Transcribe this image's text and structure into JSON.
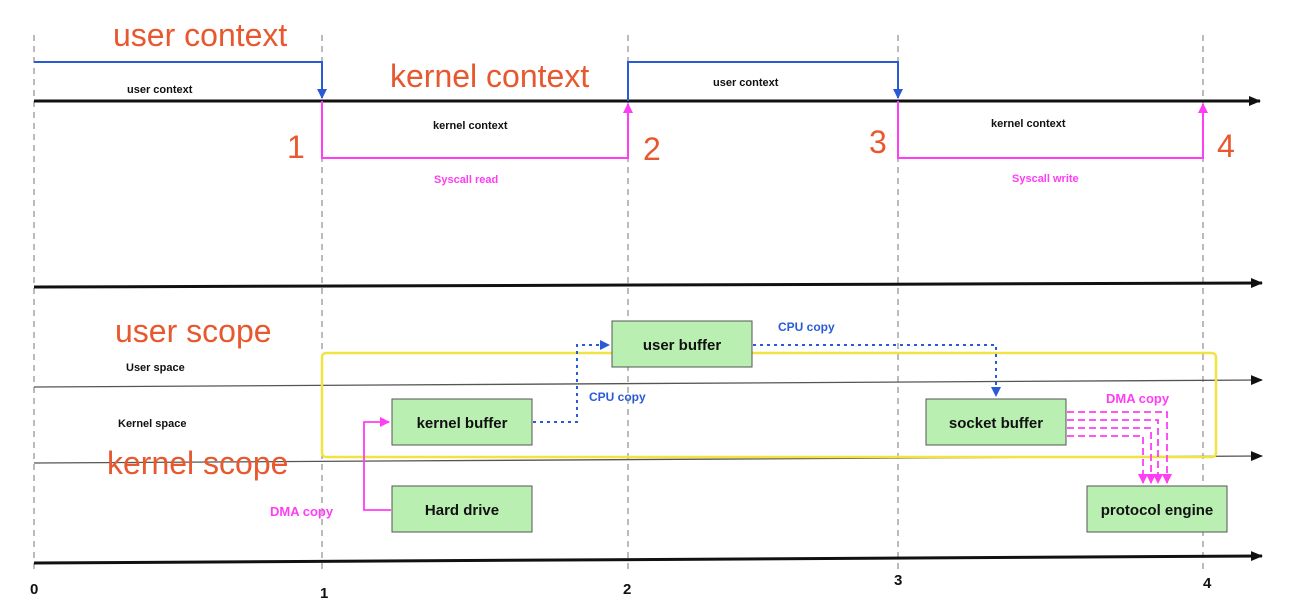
{
  "top": {
    "label_user_context_big": "user context",
    "label_kernel_context_big": "kernel context",
    "label_user_context_small_1": "user context",
    "label_user_context_small_2": "user context",
    "label_kernel_context_small_1": "kernel context",
    "label_kernel_context_small_2": "kernel context",
    "syscall_read": "Syscall read",
    "syscall_write": "Syscall write",
    "step_numbers": [
      "1",
      "2",
      "3",
      "4"
    ]
  },
  "bottom": {
    "label_user_scope": "user scope",
    "label_kernel_scope": "kernel scope",
    "user_space": "User space",
    "kernel_space": "Kernel  space",
    "boxes": {
      "user_buffer": "user buffer",
      "kernel_buffer": "kernel buffer",
      "hard_drive": "Hard drive",
      "socket_buffer": "socket buffer",
      "protocol_engine": "protocol engine"
    },
    "cpu_copy_1": "CPU copy",
    "cpu_copy_2": "CPU copy",
    "dma_copy_1": "DMA copy",
    "dma_copy_2": "DMA copy"
  },
  "axis_ticks": [
    "0",
    "1",
    "2",
    "3",
    "4"
  ],
  "colors": {
    "accent_orange": "#e8582e",
    "user_blue": "#2a5bd7",
    "kernel_magenta": "#ff3df5",
    "box_green": "#b9efb1",
    "scope_yellow": "#f0e342"
  }
}
